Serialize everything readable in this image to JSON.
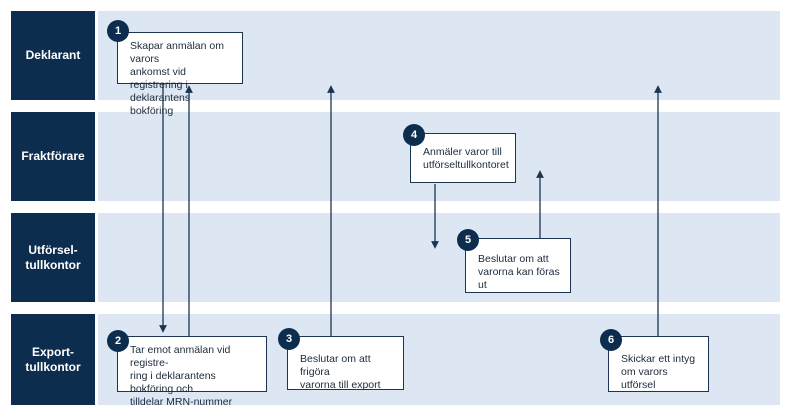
{
  "lanes": [
    {
      "label": "Deklarant"
    },
    {
      "label": "Fraktförare"
    },
    {
      "label": "Utförsel-\ntullkontor"
    },
    {
      "label": "Export-\ntullkontor"
    }
  ],
  "steps": [
    {
      "number": "1",
      "text": "Skapar anmälan om varors\nankomst vid registrering i\ndeklarantens bokföring"
    },
    {
      "number": "2",
      "text": "Tar emot anmälan vid registre-\nring i deklarantens bokföring och\ntilldelar MRN-nummer"
    },
    {
      "number": "3",
      "text": "Beslutar om att frigöra\nvarorna till export"
    },
    {
      "number": "4",
      "text": "Anmäler varor till\nutförseltullkontoret"
    },
    {
      "number": "5",
      "text": "Beslutar om att\nvarorna kan föras ut"
    },
    {
      "number": "6",
      "text": "Skickar ett intyg\nom varors utförsel"
    }
  ],
  "colors": {
    "lane_label_bg": "#0d2d4f",
    "lane_bg": "#dde7f3",
    "arrow": "#1e3550"
  }
}
